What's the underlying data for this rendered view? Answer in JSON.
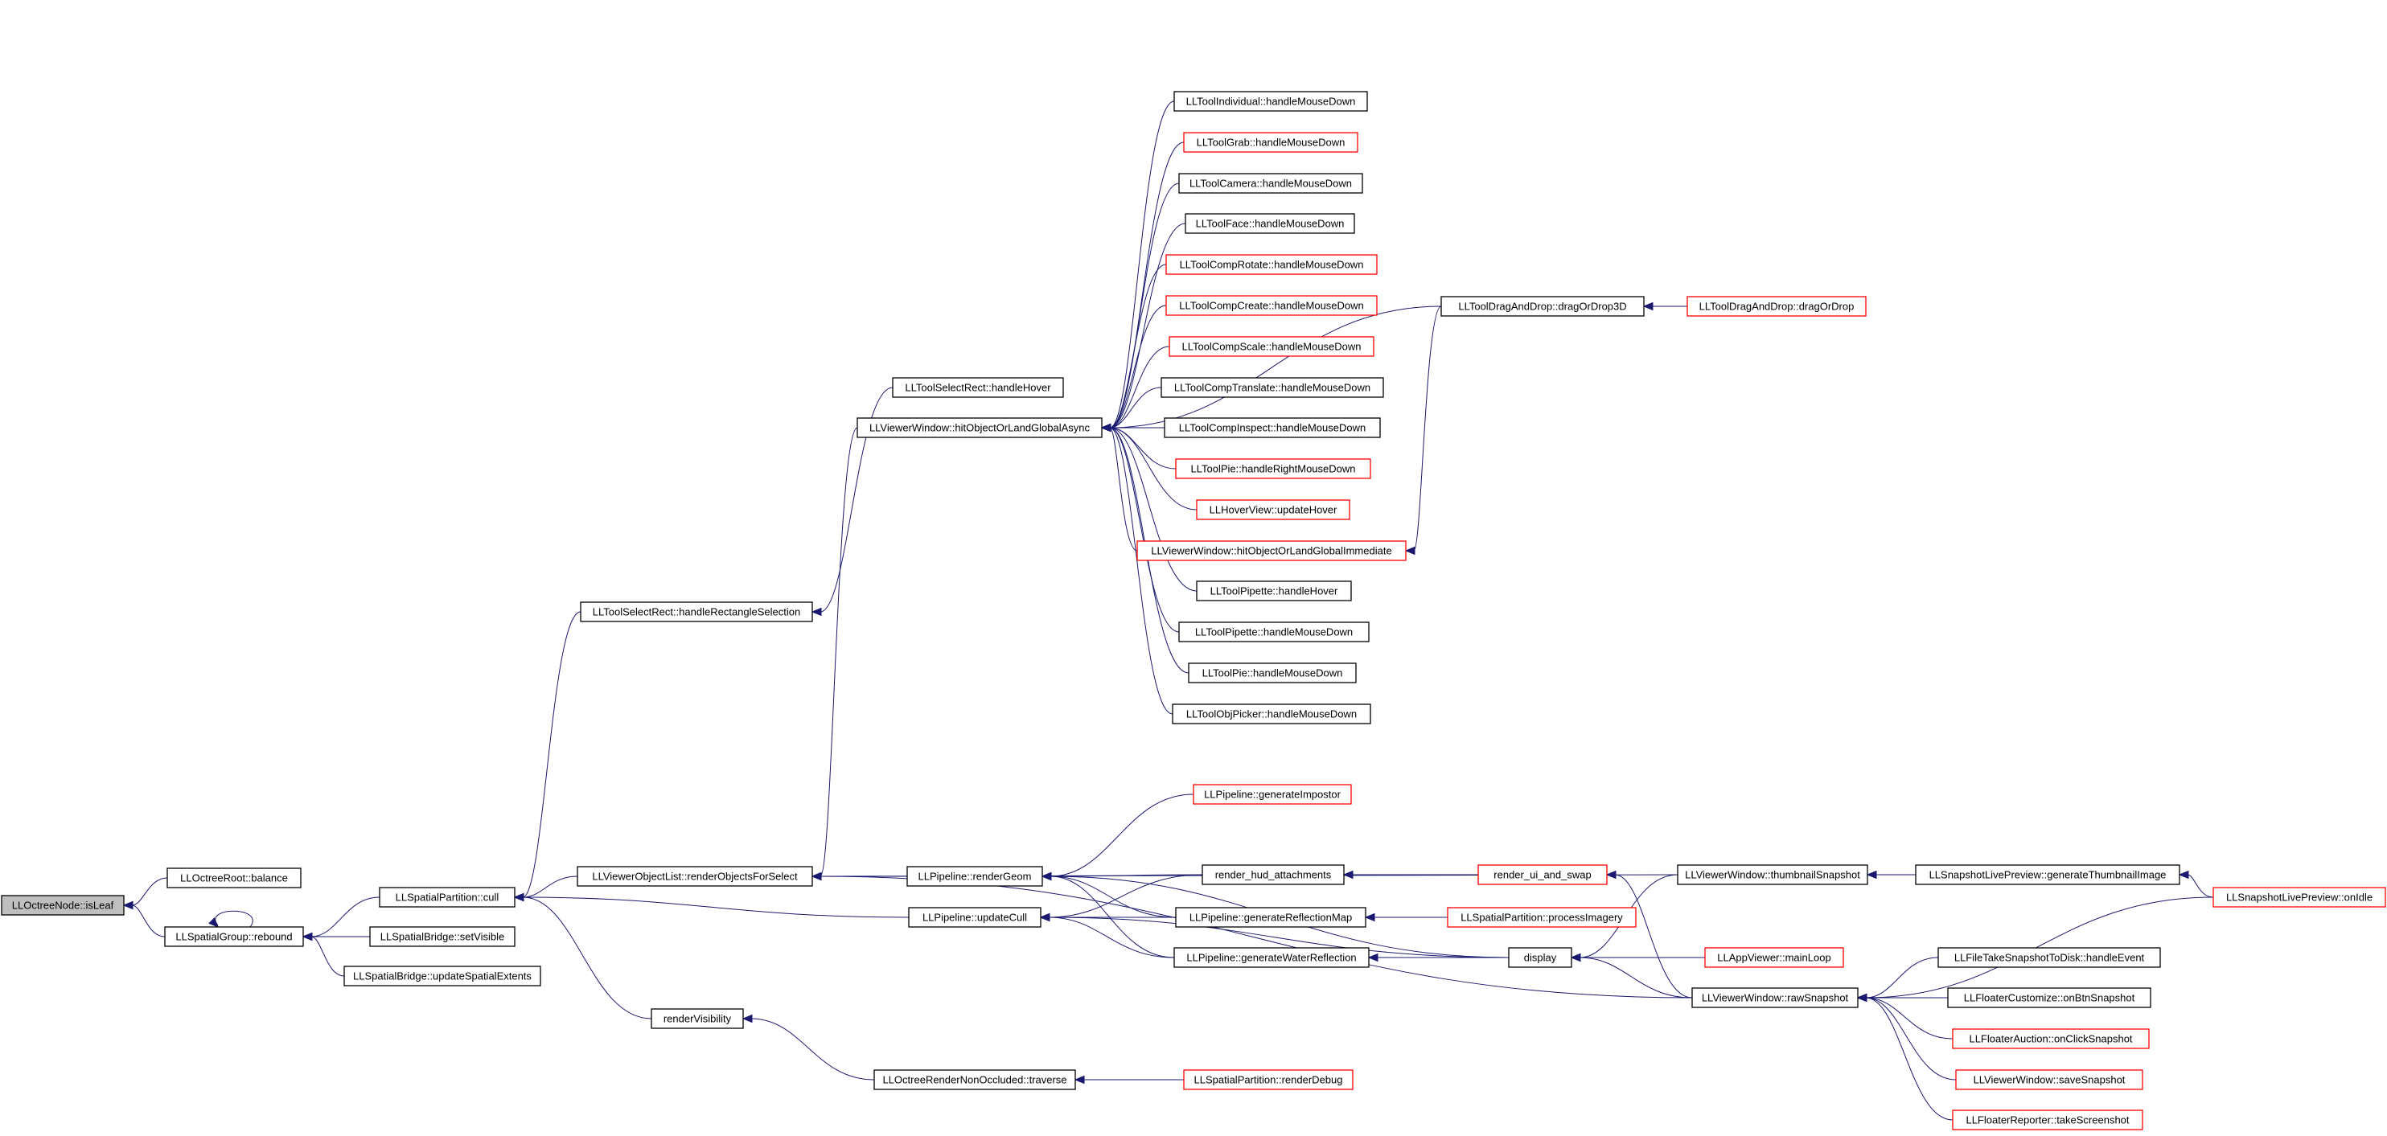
{
  "colors": {
    "edge": "#191970",
    "node_border": "#000000",
    "link_border": "#ff0000",
    "root_fill": "#bfbfbf",
    "node_fill": "#ffffff"
  },
  "nodes": [
    {
      "id": "n_isleaf",
      "label": "LLOctreeNode::isLeaf",
      "style": "root"
    },
    {
      "id": "n_balance",
      "label": "LLOctreeRoot::balance",
      "style": "black"
    },
    {
      "id": "n_rebound",
      "label": "LLSpatialGroup::rebound",
      "style": "black"
    },
    {
      "id": "n_cull",
      "label": "LLSpatialPartition::cull",
      "style": "black"
    },
    {
      "id": "n_setvisible",
      "label": "LLSpatialBridge::setVisible",
      "style": "black"
    },
    {
      "id": "n_upext",
      "label": "LLSpatialBridge::updateSpatialExtents",
      "style": "black"
    },
    {
      "id": "n_rofs",
      "label": "LLViewerObjectList::renderObjectsForSelect",
      "style": "black"
    },
    {
      "id": "n_rendervis",
      "label": "renderVisibility",
      "style": "black"
    },
    {
      "id": "n_hrs",
      "label": "LLToolSelectRect::handleRectangleSelection",
      "style": "black"
    },
    {
      "id": "n_tsrhover",
      "label": "LLToolSelectRect::handleHover",
      "style": "black"
    },
    {
      "id": "n_hitasync",
      "label": "LLViewerWindow::hitObjectOrLandGlobalAsync",
      "style": "black"
    },
    {
      "id": "n_renderGeom",
      "label": "LLPipeline::renderGeom",
      "style": "black"
    },
    {
      "id": "n_updateCull",
      "label": "LLPipeline::updateCull",
      "style": "black"
    },
    {
      "id": "n_traverse",
      "label": "LLOctreeRenderNonOccluded::traverse",
      "style": "black"
    },
    {
      "id": "n_renderDebug",
      "label": "LLSpatialPartition::renderDebug",
      "style": "red"
    },
    {
      "id": "n_genImpostor",
      "label": "LLPipeline::generateImpostor",
      "style": "red"
    },
    {
      "id": "n_hudatt",
      "label": "render_hud_attachments",
      "style": "black"
    },
    {
      "id": "n_genRefl",
      "label": "LLPipeline::generateReflectionMap",
      "style": "black"
    },
    {
      "id": "n_genWater",
      "label": "LLPipeline::generateWaterReflection",
      "style": "black"
    },
    {
      "id": "n_uiswap",
      "label": "render_ui_and_swap",
      "style": "red"
    },
    {
      "id": "n_procImg",
      "label": "LLSpatialPartition::processImagery",
      "style": "red"
    },
    {
      "id": "n_display",
      "label": "display",
      "style": "black"
    },
    {
      "id": "n_mainloop",
      "label": "LLAppViewer::mainLoop",
      "style": "red"
    },
    {
      "id": "n_thumb",
      "label": "LLViewerWindow::thumbnailSnapshot",
      "style": "black"
    },
    {
      "id": "n_rawsnap",
      "label": "LLViewerWindow::rawSnapshot",
      "style": "black"
    },
    {
      "id": "n_genThumb",
      "label": "LLSnapshotLivePreview::generateThumbnailImage",
      "style": "black"
    },
    {
      "id": "n_onIdle",
      "label": "LLSnapshotLivePreview::onIdle",
      "style": "red"
    },
    {
      "id": "n_ftsd",
      "label": "LLFileTakeSnapshotToDisk::handleEvent",
      "style": "black"
    },
    {
      "id": "n_fcust",
      "label": "LLFloaterCustomize::onBtnSnapshot",
      "style": "black"
    },
    {
      "id": "n_fauct",
      "label": "LLFloaterAuction::onClickSnapshot",
      "style": "red"
    },
    {
      "id": "n_vwsave",
      "label": "LLViewerWindow::saveSnapshot",
      "style": "red"
    },
    {
      "id": "n_frep",
      "label": "LLFloaterReporter::takeScreenshot",
      "style": "red"
    },
    {
      "id": "n_tind",
      "label": "LLToolIndividual::handleMouseDown",
      "style": "black"
    },
    {
      "id": "n_tgrab",
      "label": "LLToolGrab::handleMouseDown",
      "style": "red"
    },
    {
      "id": "n_tcam",
      "label": "LLToolCamera::handleMouseDown",
      "style": "black"
    },
    {
      "id": "n_tface",
      "label": "LLToolFace::handleMouseDown",
      "style": "black"
    },
    {
      "id": "n_tcrot",
      "label": "LLToolCompRotate::handleMouseDown",
      "style": "red"
    },
    {
      "id": "n_tccre",
      "label": "LLToolCompCreate::handleMouseDown",
      "style": "red"
    },
    {
      "id": "n_tcsca",
      "label": "LLToolCompScale::handleMouseDown",
      "style": "red"
    },
    {
      "id": "n_tctra",
      "label": "LLToolCompTranslate::handleMouseDown",
      "style": "black"
    },
    {
      "id": "n_tcins",
      "label": "LLToolCompInspect::handleMouseDown",
      "style": "black"
    },
    {
      "id": "n_tpieR",
      "label": "LLToolPie::handleRightMouseDown",
      "style": "red"
    },
    {
      "id": "n_hover",
      "label": "LLHoverView::updateHover",
      "style": "red"
    },
    {
      "id": "n_hitimm",
      "label": "LLViewerWindow::hitObjectOrLandGlobalImmediate",
      "style": "red"
    },
    {
      "id": "n_tpiph",
      "label": "LLToolPipette::handleHover",
      "style": "black"
    },
    {
      "id": "n_tpipm",
      "label": "LLToolPipette::handleMouseDown",
      "style": "black"
    },
    {
      "id": "n_tpiem",
      "label": "LLToolPie::handleMouseDown",
      "style": "black"
    },
    {
      "id": "n_tobj",
      "label": "LLToolObjPicker::handleMouseDown",
      "style": "black"
    },
    {
      "id": "n_dd3d",
      "label": "LLToolDragAndDrop::dragOrDrop3D",
      "style": "black"
    },
    {
      "id": "n_dd",
      "label": "LLToolDragAndDrop::dragOrDrop",
      "style": "red"
    }
  ],
  "edges": [
    {
      "from": "n_balance",
      "to": "n_isleaf"
    },
    {
      "from": "n_rebound",
      "to": "n_isleaf"
    },
    {
      "from": "n_rebound",
      "to": "n_rebound"
    },
    {
      "from": "n_cull",
      "to": "n_rebound"
    },
    {
      "from": "n_setvisible",
      "to": "n_rebound"
    },
    {
      "from": "n_upext",
      "to": "n_rebound"
    },
    {
      "from": "n_rofs",
      "to": "n_cull"
    },
    {
      "from": "n_updateCull",
      "to": "n_cull"
    },
    {
      "from": "n_rendervis",
      "to": "n_cull"
    },
    {
      "from": "n_hrs",
      "to": "n_cull"
    },
    {
      "from": "n_traverse",
      "to": "n_rendervis"
    },
    {
      "from": "n_renderDebug",
      "to": "n_traverse"
    },
    {
      "from": "n_tsrhover",
      "to": "n_hrs"
    },
    {
      "from": "n_hitasync",
      "to": "n_rofs"
    },
    {
      "from": "n_renderGeom",
      "to": "n_rofs"
    },
    {
      "from": "n_thumb",
      "to": "n_rofs"
    },
    {
      "from": "n_rawsnap",
      "to": "n_rofs"
    },
    {
      "from": "n_genImpostor",
      "to": "n_renderGeom"
    },
    {
      "from": "n_hudatt",
      "to": "n_renderGeom"
    },
    {
      "from": "n_genRefl",
      "to": "n_renderGeom"
    },
    {
      "from": "n_genWater",
      "to": "n_renderGeom"
    },
    {
      "from": "n_display",
      "to": "n_renderGeom"
    },
    {
      "from": "n_hudatt",
      "to": "n_updateCull"
    },
    {
      "from": "n_genRefl",
      "to": "n_updateCull"
    },
    {
      "from": "n_genWater",
      "to": "n_updateCull"
    },
    {
      "from": "n_display",
      "to": "n_updateCull"
    },
    {
      "from": "n_uiswap",
      "to": "n_hudatt"
    },
    {
      "from": "n_procImg",
      "to": "n_genRefl"
    },
    {
      "from": "n_display",
      "to": "n_genWater"
    },
    {
      "from": "n_mainloop",
      "to": "n_display"
    },
    {
      "from": "n_thumb",
      "to": "n_display"
    },
    {
      "from": "n_rawsnap",
      "to": "n_display"
    },
    {
      "from": "n_rawsnap",
      "to": "n_uiswap"
    },
    {
      "from": "n_genThumb",
      "to": "n_thumb"
    },
    {
      "from": "n_onIdle",
      "to": "n_genThumb"
    },
    {
      "from": "n_onIdle",
      "to": "n_rawsnap"
    },
    {
      "from": "n_ftsd",
      "to": "n_rawsnap"
    },
    {
      "from": "n_fcust",
      "to": "n_rawsnap"
    },
    {
      "from": "n_fauct",
      "to": "n_rawsnap"
    },
    {
      "from": "n_vwsave",
      "to": "n_rawsnap"
    },
    {
      "from": "n_frep",
      "to": "n_rawsnap"
    },
    {
      "from": "n_tind",
      "to": "n_hitasync"
    },
    {
      "from": "n_tgrab",
      "to": "n_hitasync"
    },
    {
      "from": "n_tcam",
      "to": "n_hitasync"
    },
    {
      "from": "n_tface",
      "to": "n_hitasync"
    },
    {
      "from": "n_tcrot",
      "to": "n_hitasync"
    },
    {
      "from": "n_tccre",
      "to": "n_hitasync"
    },
    {
      "from": "n_tcsca",
      "to": "n_hitasync"
    },
    {
      "from": "n_tctra",
      "to": "n_hitasync"
    },
    {
      "from": "n_tcins",
      "to": "n_hitasync"
    },
    {
      "from": "n_tpieR",
      "to": "n_hitasync"
    },
    {
      "from": "n_hover",
      "to": "n_hitasync"
    },
    {
      "from": "n_hitimm",
      "to": "n_hitasync"
    },
    {
      "from": "n_tpiph",
      "to": "n_hitasync"
    },
    {
      "from": "n_tpipm",
      "to": "n_hitasync"
    },
    {
      "from": "n_tpiem",
      "to": "n_hitasync"
    },
    {
      "from": "n_tobj",
      "to": "n_hitasync"
    },
    {
      "from": "n_dd3d",
      "to": "n_hitasync"
    },
    {
      "from": "n_dd3d",
      "to": "n_hitimm"
    },
    {
      "from": "n_dd",
      "to": "n_dd3d"
    }
  ]
}
